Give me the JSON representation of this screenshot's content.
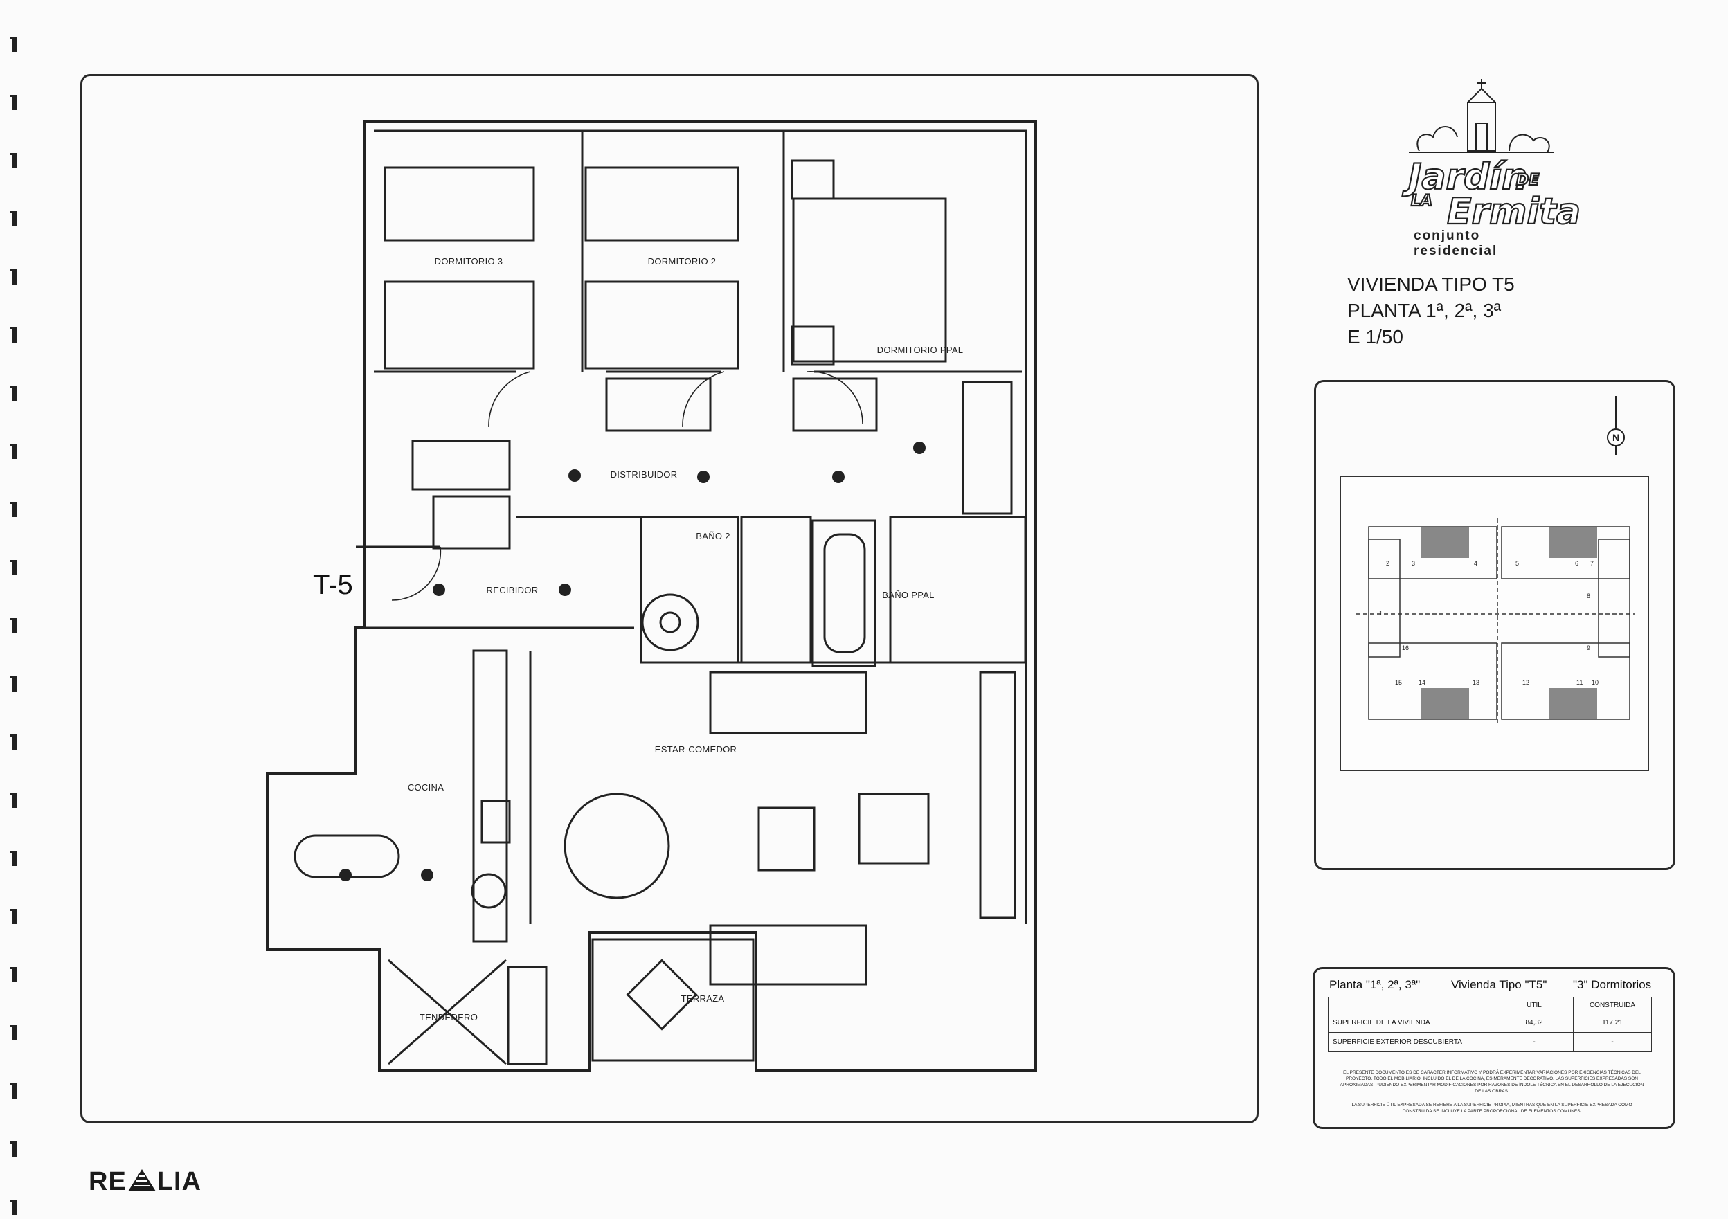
{
  "plan": {
    "unit_tag": "T-5",
    "rooms": {
      "dormitorio3": "DORMITORIO 3",
      "dormitorio2": "DORMITORIO 2",
      "dormitorio_ppal": "DORMITORIO PPAL",
      "distribuidor": "DISTRIBUIDOR",
      "bano2": "BAÑO 2",
      "bano_ppal": "BAÑO PPAL",
      "recibidor": "RECIBIDOR",
      "cocina": "COCINA",
      "estar_comedor": "ESTAR-COMEDOR",
      "tendedero": "TENDEDERO",
      "terraza": "TERRAZA"
    }
  },
  "brand": {
    "word1": "Jardín",
    "de": "DE",
    "la": "LA",
    "word2": "Ermita",
    "subtitle": "conjunto residencial"
  },
  "vivienda": {
    "line1": "VIVIENDA TIPO T5",
    "line2": "PLANTA 1ª, 2ª, 3ª",
    "line3": "E 1/50"
  },
  "locator": {
    "north": "N",
    "unit_numbers": [
      "1",
      "2",
      "3",
      "4",
      "5",
      "6",
      "7",
      "8",
      "9",
      "10",
      "11",
      "12",
      "13",
      "14",
      "15",
      "16"
    ]
  },
  "summary": {
    "planta": "Planta \"1ª, 2ª, 3ª\"",
    "tipo": "Vivienda Tipo \"T5\"",
    "dormitorios": "\"3\" Dormitorios",
    "col_util": "UTIL",
    "col_construida": "CONSTRUIDA",
    "row1_label": "SUPERFICIE DE LA VIVIENDA",
    "row1_util": "84,32",
    "row1_construida": "117,21",
    "row2_label": "SUPERFICIE EXTERIOR DESCUBIERTA",
    "row2_util": "-",
    "row2_construida": "-",
    "disclaimer1": "EL PRESENTE DOCUMENTO ES DE CARACTER INFORMATIVO Y PODRÁ EXPERIMENTAR VARIACIONES POR EXIGENCIAS TÉCNICAS DEL PROYECTO. TODO EL MOBILIARIO, INCLUIDO EL DE LA COCINA, ES MERAMENTE DECORATIVO. LAS SUPERFICIES EXPRESADAS SON APROXIMADAS, PUDIENDO EXPERIMENTAR MODIFICACIONES POR RAZONES DE ÍNDOLE TÉCNICA EN EL DESARROLLO DE LA EJECUCIÓN DE LAS OBRAS.",
    "disclaimer2": "LA SUPERFICIE ÚTIL EXPRESADA SE REFIERE A LA SUPERFICIE PROPIA, MIENTRAS QUE EN LA SUPERFICIE EXPRESADA COMO CONSTRUIDA SE INCLUYE LA PARTE PROPORCIONAL DE ELEMENTOS COMUNES."
  },
  "footer": {
    "logo_left": "RE",
    "logo_right": "LIA"
  }
}
